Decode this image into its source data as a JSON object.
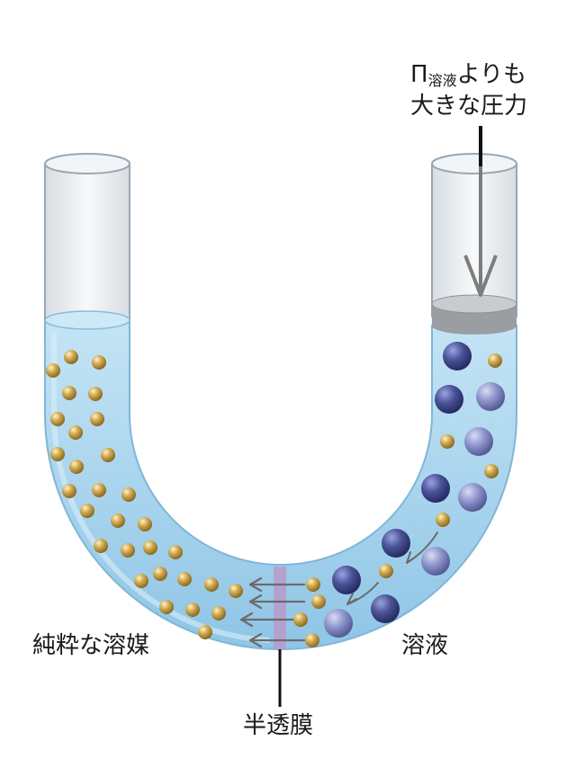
{
  "labels": {
    "pressure_symbol": "Π",
    "pressure_subscript": "溶液",
    "pressure_line1_suffix": "よりも",
    "pressure_line2": "大きな圧力",
    "pure_solvent": "純粋な溶媒",
    "solution": "溶液",
    "membrane": "半透膜"
  },
  "colors": {
    "liquid": "#a9d6ee",
    "liquid_edge": "#7fb6d8",
    "glass": "#e9eef2",
    "solvent_particle": "#c9a24a",
    "solute_particle": "#5a63a6",
    "membrane": "#b99ac8",
    "piston": "#b8bcbf",
    "arrow": "#6b6b6b"
  },
  "icons": {
    "pressure_arrow": "down-arrow-icon",
    "flow_arrow": "left-arrow-icon"
  }
}
